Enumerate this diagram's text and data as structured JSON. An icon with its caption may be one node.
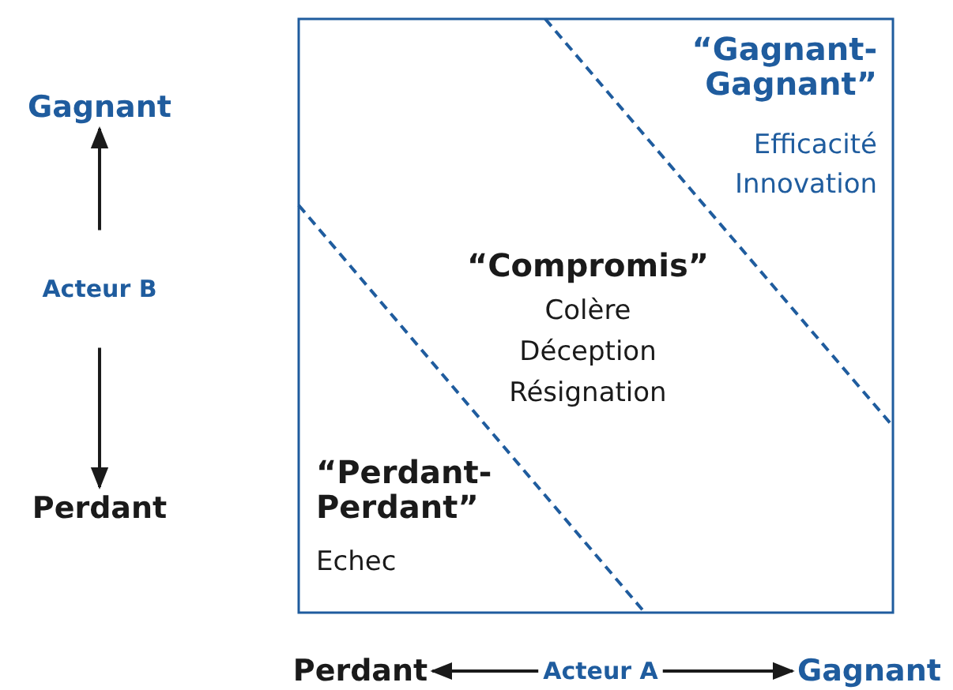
{
  "diagram": {
    "nodes": [
      {
        "text": [
          "Gagnant"
        ]
      },
      {
        "text": [
          "Acteur B"
        ]
      },
      {
        "text": [
          "Perdant"
        ]
      },
      {
        "text": [
          "Perdant"
        ]
      },
      {
        "text": [
          "Acteur A"
        ]
      },
      {
        "text": [
          "Gagnant"
        ]
      }
    ],
    "edges": [
      {
        "from": 1,
        "to": 0,
        "arrow": "to"
      },
      {
        "from": 1,
        "to": 2,
        "arrow": "to"
      },
      {
        "from": 4,
        "to": 3,
        "arrow": "to"
      },
      {
        "from": 4,
        "to": 5,
        "arrow": "to"
      }
    ],
    "labels": [
      "“Gagnant-Gagnant”",
      "Efficacité",
      "Innovation",
      "“Compromis”",
      "Colère",
      "Déception",
      "Résignation",
      "“Perdant-Perdant”",
      "Echec"
    ]
  }
}
